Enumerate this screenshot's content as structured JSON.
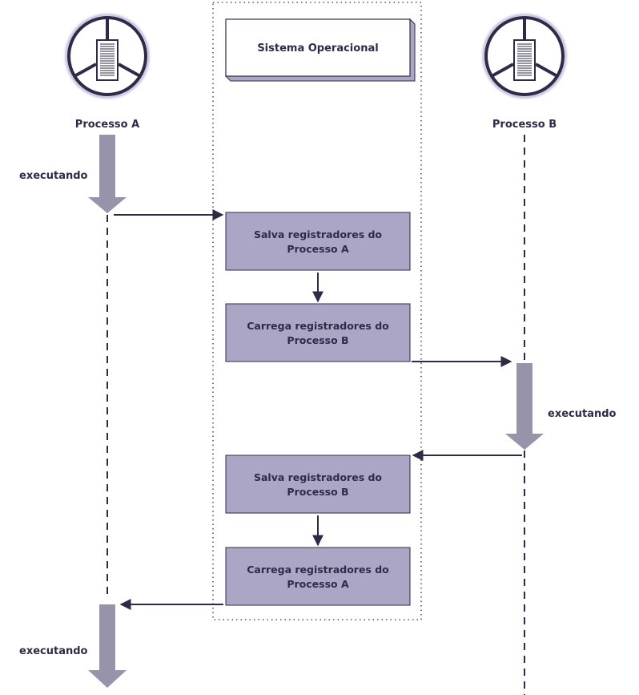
{
  "diagram": {
    "type": "context-switch-sequence",
    "colors": {
      "ink": "#2e2b48",
      "box_fill": "#aca6c6",
      "arrow_fill": "#9793ab",
      "os_box_side": "#aca6c6"
    },
    "os_lane": {
      "title": "Sistema Operacional"
    },
    "process_a": {
      "label": "Processo A",
      "icon": "process-wheel-icon",
      "running_label_1": "executando",
      "running_label_2": "executando"
    },
    "process_b": {
      "label": "Processo B",
      "icon": "process-wheel-icon",
      "running_label": "executando"
    },
    "steps": [
      {
        "line1": "Salva registradores do",
        "line2": "Processo A"
      },
      {
        "line1": "Carrega registradores do",
        "line2": "Processo B"
      },
      {
        "line1": "Salva registradores do",
        "line2": "Processo B"
      },
      {
        "line1": "Carrega registradores do",
        "line2": "Processo A"
      }
    ]
  }
}
